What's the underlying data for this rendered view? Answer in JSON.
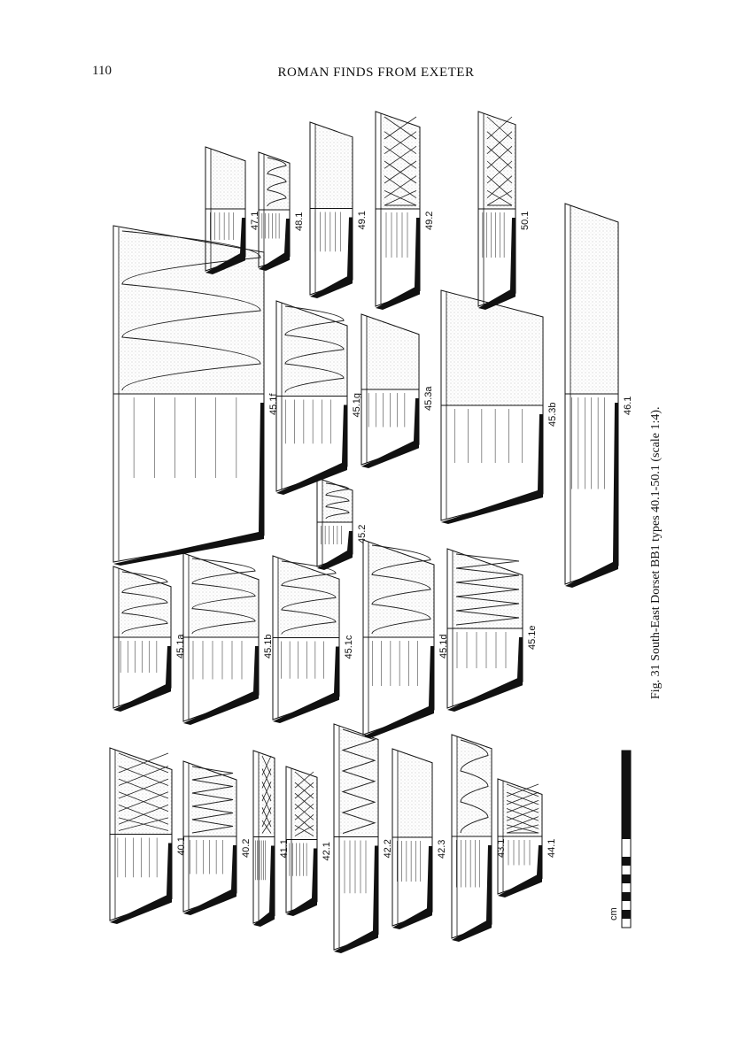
{
  "header": {
    "page_number": "110",
    "running_head": "ROMAN FINDS FROM EXETER"
  },
  "caption": "Fig. 31   South-East Dorset BB1 types 40.1-50.1 (scale 1:4).",
  "scale_bar": {
    "unit": "cm"
  },
  "vessels": [
    {
      "id": "40.1"
    },
    {
      "id": "40.2"
    },
    {
      "id": "41.1"
    },
    {
      "id": "42.1"
    },
    {
      "id": "42.2"
    },
    {
      "id": "42.3"
    },
    {
      "id": "43.1"
    },
    {
      "id": "44.1"
    },
    {
      "id": "45.1a"
    },
    {
      "id": "45.1b"
    },
    {
      "id": "45.1c"
    },
    {
      "id": "45.1d"
    },
    {
      "id": "45.1e"
    },
    {
      "id": "45.2"
    },
    {
      "id": "45.1f"
    },
    {
      "id": "45.1g"
    },
    {
      "id": "45.3a"
    },
    {
      "id": "45.3b"
    },
    {
      "id": "46.1"
    },
    {
      "id": "47.1"
    },
    {
      "id": "48.1"
    },
    {
      "id": "49.1"
    },
    {
      "id": "49.2"
    },
    {
      "id": "50.1"
    }
  ]
}
